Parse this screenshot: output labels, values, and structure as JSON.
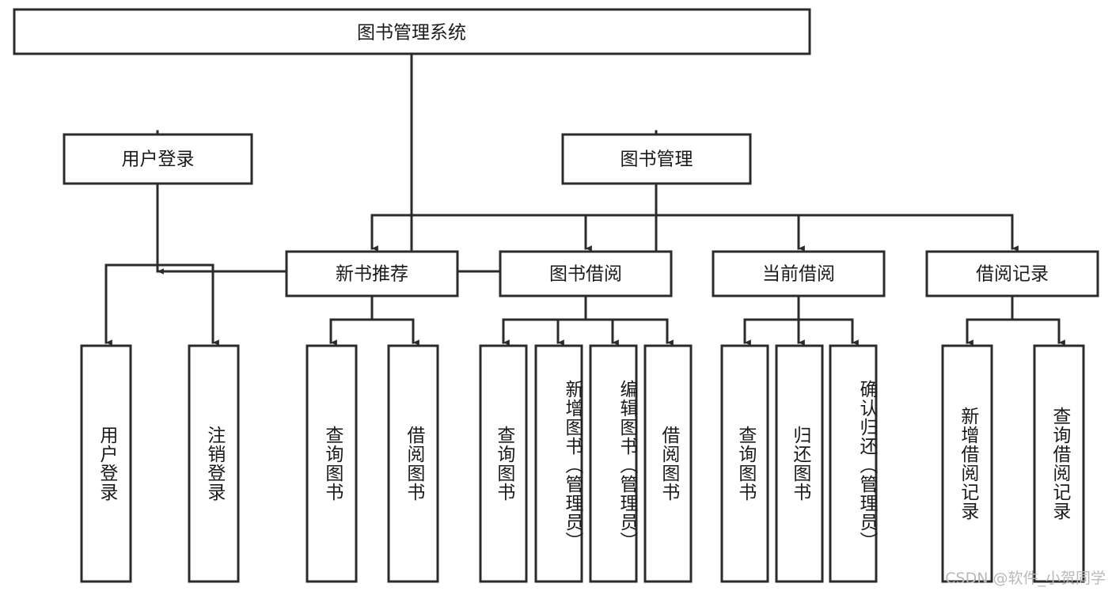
{
  "diagram": {
    "type": "tree-hierarchy-flowchart",
    "root": {
      "id": "root",
      "label": "图书管理系统"
    },
    "level2": [
      {
        "id": "user-login",
        "label": "用户登录"
      },
      {
        "id": "book-manage",
        "label": "图书管理"
      }
    ],
    "level3": [
      {
        "id": "new-book-rec",
        "label": "新书推荐",
        "parent": "book-manage"
      },
      {
        "id": "book-borrow",
        "label": "图书借阅",
        "parent": "book-manage"
      },
      {
        "id": "current-borrow",
        "label": "当前借阅",
        "parent": "book-manage"
      },
      {
        "id": "borrow-record",
        "label": "借阅记录",
        "parent": "book-manage"
      }
    ],
    "leaves": [
      {
        "id": "leaf-user-login",
        "label": "用户登录",
        "parent": "user-login"
      },
      {
        "id": "leaf-logout-login",
        "label": "注销登录",
        "parent": "user-login"
      },
      {
        "id": "leaf-query-book-1",
        "label": "查询图书",
        "parent": "new-book-rec"
      },
      {
        "id": "leaf-borrow-book-1",
        "label": "借阅图书",
        "parent": "new-book-rec"
      },
      {
        "id": "leaf-query-book-2",
        "label": "查询图书",
        "parent": "book-borrow"
      },
      {
        "id": "leaf-add-book",
        "label": "新增图书（管理员）",
        "parent": "book-borrow"
      },
      {
        "id": "leaf-edit-book",
        "label": "编辑图书（管理员）",
        "parent": "book-borrow"
      },
      {
        "id": "leaf-borrow-book-2",
        "label": "借阅图书",
        "parent": "book-borrow"
      },
      {
        "id": "leaf-query-book-3",
        "label": "查询图书",
        "parent": "current-borrow"
      },
      {
        "id": "leaf-return-book",
        "label": "归还图书",
        "parent": "current-borrow"
      },
      {
        "id": "leaf-confirm-return",
        "label": "确认归还（管理员）",
        "parent": "current-borrow"
      },
      {
        "id": "leaf-add-record",
        "label": "新增借阅记录",
        "parent": "borrow-record"
      },
      {
        "id": "leaf-query-record",
        "label": "查询借阅记录",
        "parent": "borrow-record"
      }
    ],
    "colors": {
      "box_stroke": "#2b2b2b",
      "box_fill": "#ffffff",
      "connector": "#2b2b2b",
      "text": "#1a1a1a",
      "background": "#ffffff",
      "watermark": "#b9b9b9"
    }
  },
  "watermark": {
    "text": "CSDN @软件_小贺同学"
  }
}
